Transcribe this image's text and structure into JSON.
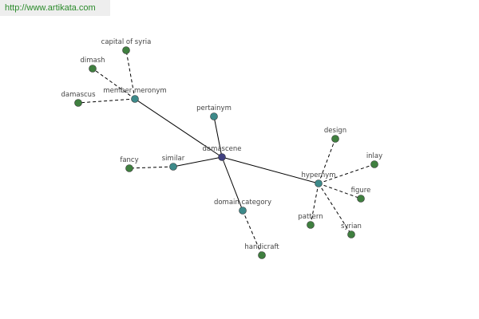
{
  "watermark": "http://www.artikata.com",
  "colors": {
    "center": "#404080",
    "relation": "#3d8a8a",
    "term": "#3f7f3f",
    "edge": "#000000"
  },
  "center": {
    "label": "damascene"
  },
  "relations": [
    {
      "id": "member-meronym",
      "label": "member meronym",
      "terms": [
        "capital of syria",
        "dimash",
        "damascus"
      ]
    },
    {
      "id": "pertainym",
      "label": "pertainym",
      "terms": []
    },
    {
      "id": "similar",
      "label": "similar",
      "terms": [
        "fancy"
      ]
    },
    {
      "id": "domain-category",
      "label": "domain category",
      "terms": [
        "handicraft"
      ]
    },
    {
      "id": "hypernym",
      "label": "hypernym",
      "terms": [
        "design",
        "inlay",
        "figure",
        "syrian",
        "pattern"
      ]
    }
  ]
}
